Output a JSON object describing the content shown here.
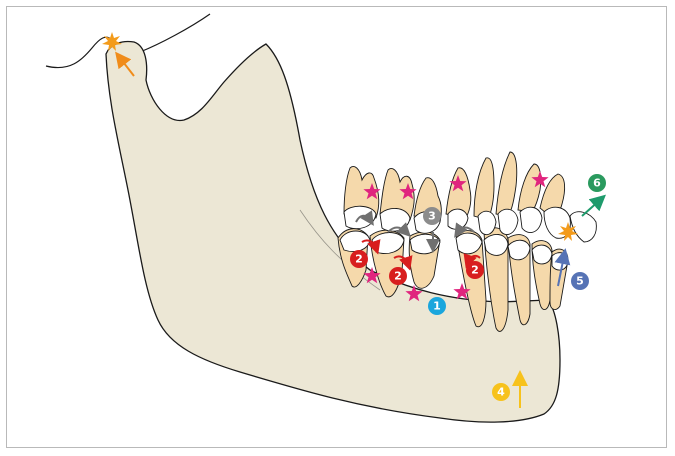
{
  "colors": {
    "bone": "#ece7d5",
    "outline": "#1a1a1a",
    "tooth": "#f5d9ab",
    "tooth_shade": "#e9b779",
    "crown": "#ffffff",
    "star": "#e0257e",
    "sun": "#f39b1b",
    "arrow_orange": "#f08c1a",
    "arrow_gray": "#707070",
    "arrow_red": "#d81e1e",
    "arrow_green": "#1e9b6c",
    "arrow_blue": "#5673b5",
    "arrow_yellow": "#f7c21c"
  },
  "badges": [
    {
      "label": "1",
      "color": "#1aa6dd"
    },
    {
      "label": "2",
      "color": "#d81e1e"
    },
    {
      "label": "2",
      "color": "#d81e1e"
    },
    {
      "label": "2",
      "color": "#d81e1e"
    },
    {
      "label": "3",
      "color": "#8c8c8c"
    },
    {
      "label": "4",
      "color": "#f7c21c"
    },
    {
      "label": "5",
      "color": "#5673b5"
    },
    {
      "label": "6",
      "color": "#2a9a5e"
    }
  ],
  "icons": {
    "contact_marker": "star-icon",
    "force_point": "sunburst-icon"
  }
}
